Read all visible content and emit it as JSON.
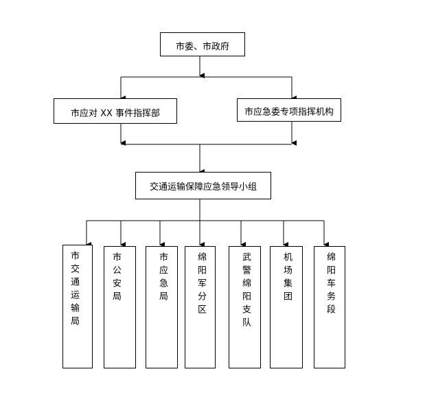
{
  "top": {
    "label": "市委、市政府"
  },
  "mid": [
    {
      "label": "市应对 XX 事件指挥部"
    },
    {
      "label": "市应急委专项指挥机构"
    }
  ],
  "group": {
    "label": "交通运输保障应急领导小组"
  },
  "units": [
    {
      "label": "市交通运输局"
    },
    {
      "label": "市公安局"
    },
    {
      "label": "市应急局"
    },
    {
      "label": "绵阳军分区"
    },
    {
      "label": "武警绵阳支队"
    },
    {
      "label": "机场集团"
    },
    {
      "label": "绵阳车务段"
    }
  ]
}
